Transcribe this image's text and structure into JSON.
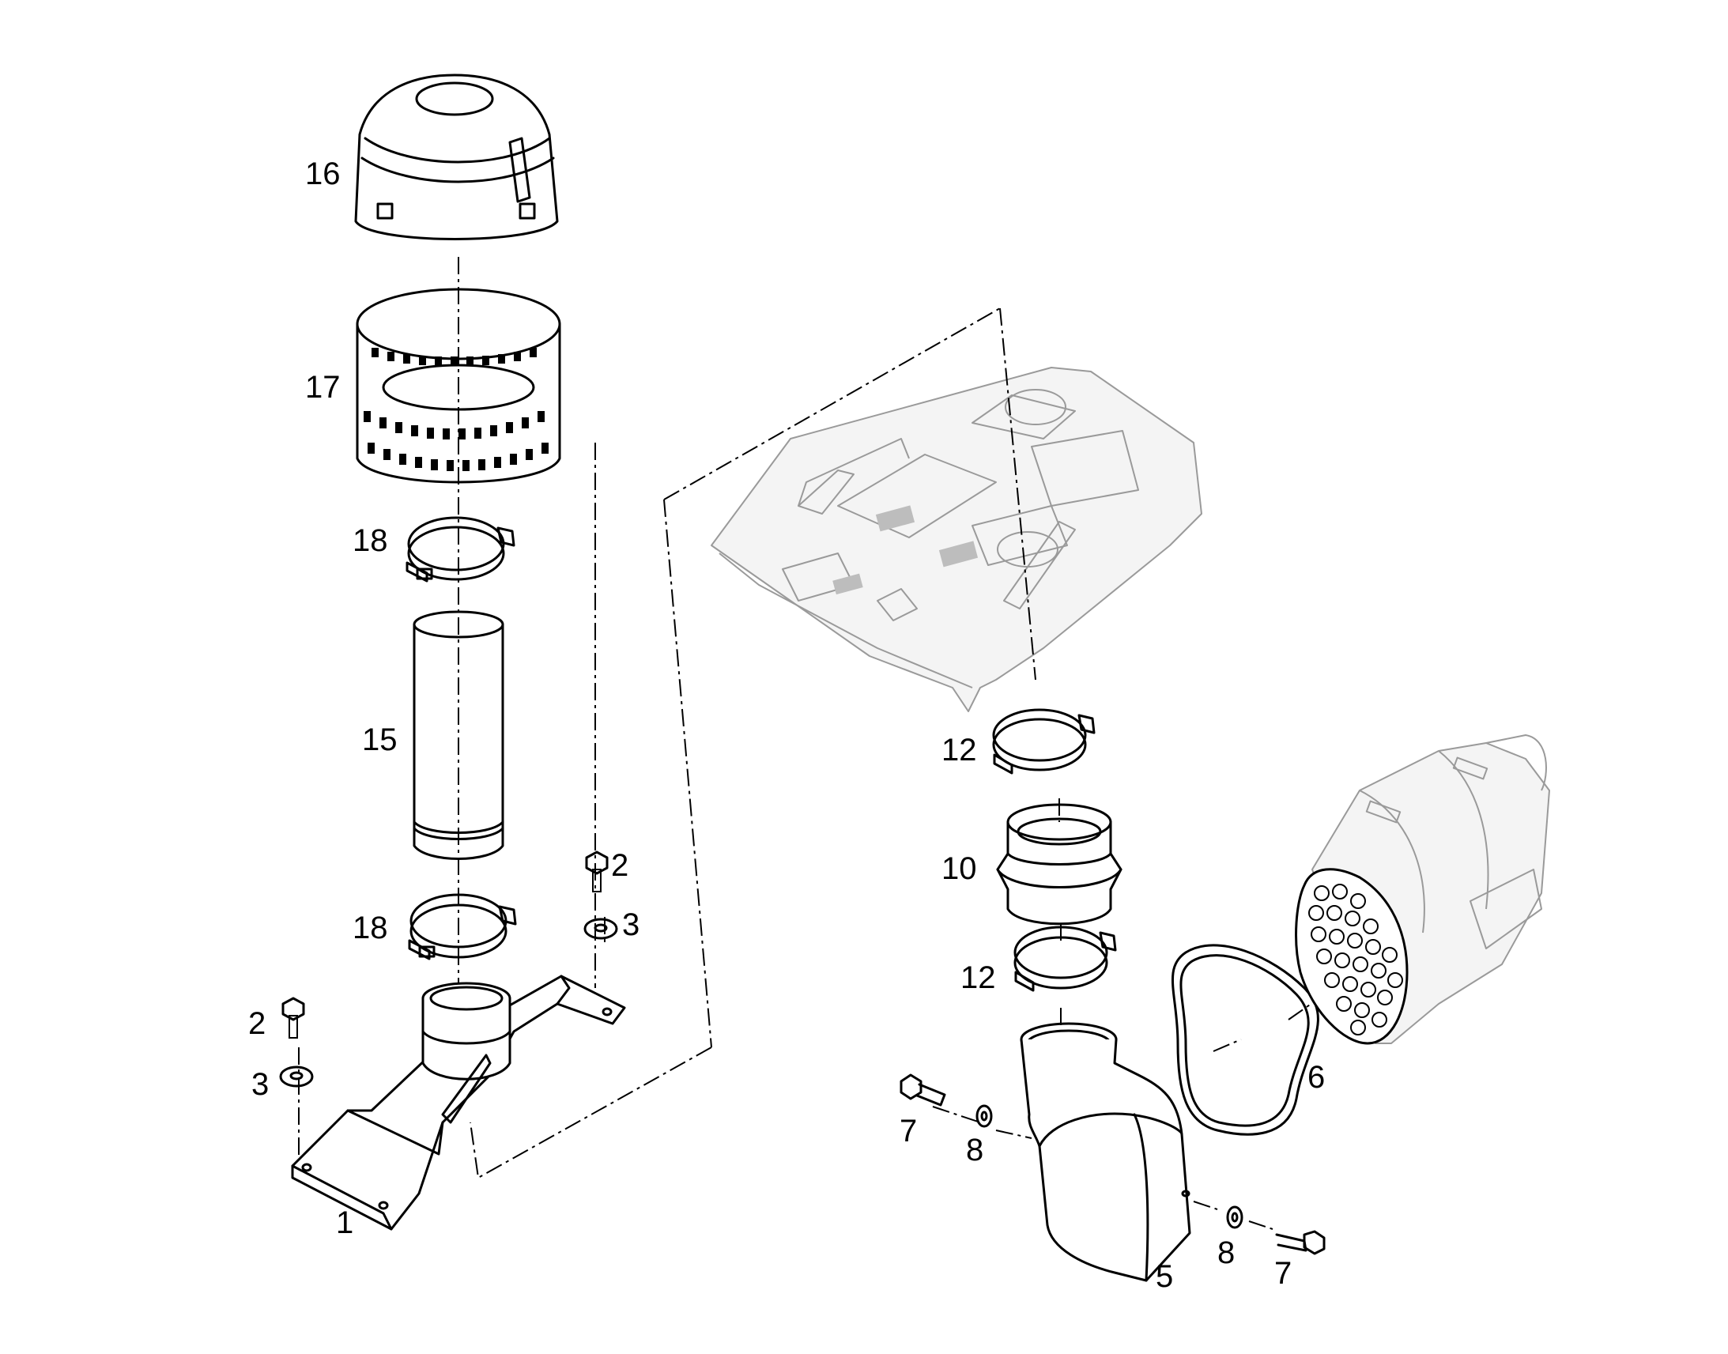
{
  "callouts": [
    {
      "id": "lbl-16",
      "text": "16"
    },
    {
      "id": "lbl-17",
      "text": "17"
    },
    {
      "id": "lbl-18a",
      "text": "18"
    },
    {
      "id": "lbl-15",
      "text": "15"
    },
    {
      "id": "lbl-18b",
      "text": "18"
    },
    {
      "id": "lbl-2a",
      "text": "2"
    },
    {
      "id": "lbl-3a",
      "text": "3"
    },
    {
      "id": "lbl-2b",
      "text": "2"
    },
    {
      "id": "lbl-3b",
      "text": "3"
    },
    {
      "id": "lbl-1",
      "text": "1"
    },
    {
      "id": "lbl-12a",
      "text": "12"
    },
    {
      "id": "lbl-10",
      "text": "10"
    },
    {
      "id": "lbl-12b",
      "text": "12"
    },
    {
      "id": "lbl-6",
      "text": "6"
    },
    {
      "id": "lbl-7a",
      "text": "7"
    },
    {
      "id": "lbl-8a",
      "text": "8"
    },
    {
      "id": "lbl-8b",
      "text": "8"
    },
    {
      "id": "lbl-7b",
      "text": "7"
    },
    {
      "id": "lbl-5",
      "text": "5"
    }
  ]
}
